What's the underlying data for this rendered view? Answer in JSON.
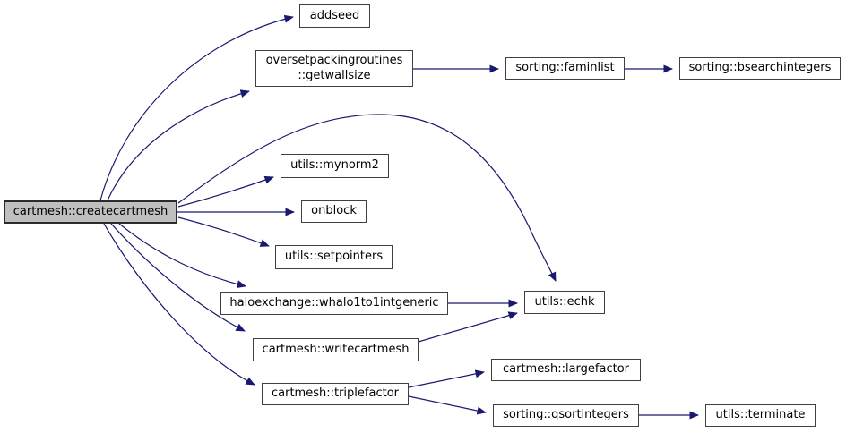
{
  "graph": {
    "type": "call-graph",
    "root": "cartmesh::createcartmesh",
    "nodes": [
      {
        "id": "createcartmesh",
        "label": "cartmesh::createcartmesh",
        "highlighted": true
      },
      {
        "id": "addseed",
        "label": "addseed",
        "highlighted": false
      },
      {
        "id": "getwallsize",
        "label": "oversetpackingroutines\n::getwallsize",
        "highlighted": false
      },
      {
        "id": "faminlist",
        "label": "sorting::faminlist",
        "highlighted": false
      },
      {
        "id": "bsearchintegers",
        "label": "sorting::bsearchintegers",
        "highlighted": false
      },
      {
        "id": "mynorm2",
        "label": "utils::mynorm2",
        "highlighted": false
      },
      {
        "id": "onblock",
        "label": "onblock",
        "highlighted": false
      },
      {
        "id": "setpointers",
        "label": "utils::setpointers",
        "highlighted": false
      },
      {
        "id": "whalo1to1intgeneric",
        "label": "haloexchange::whalo1to1intgeneric",
        "highlighted": false
      },
      {
        "id": "echk",
        "label": "utils::echk",
        "highlighted": false
      },
      {
        "id": "writecartmesh",
        "label": "cartmesh::writecartmesh",
        "highlighted": false
      },
      {
        "id": "triplefactor",
        "label": "cartmesh::triplefactor",
        "highlighted": false
      },
      {
        "id": "largefactor",
        "label": "cartmesh::largefactor",
        "highlighted": false
      },
      {
        "id": "qsortintegers",
        "label": "sorting::qsortintegers",
        "highlighted": false
      },
      {
        "id": "terminate",
        "label": "utils::terminate",
        "highlighted": false
      }
    ],
    "edges": [
      {
        "from": "cartmesh::createcartmesh",
        "to": "addseed"
      },
      {
        "from": "cartmesh::createcartmesh",
        "to": "oversetpackingroutines::getwallsize"
      },
      {
        "from": "cartmesh::createcartmesh",
        "to": "utils::echk"
      },
      {
        "from": "cartmesh::createcartmesh",
        "to": "utils::mynorm2"
      },
      {
        "from": "cartmesh::createcartmesh",
        "to": "onblock"
      },
      {
        "from": "cartmesh::createcartmesh",
        "to": "utils::setpointers"
      },
      {
        "from": "cartmesh::createcartmesh",
        "to": "haloexchange::whalo1to1intgeneric"
      },
      {
        "from": "cartmesh::createcartmesh",
        "to": "cartmesh::writecartmesh"
      },
      {
        "from": "cartmesh::createcartmesh",
        "to": "cartmesh::triplefactor"
      },
      {
        "from": "oversetpackingroutines::getwallsize",
        "to": "sorting::faminlist"
      },
      {
        "from": "sorting::faminlist",
        "to": "sorting::bsearchintegers"
      },
      {
        "from": "haloexchange::whalo1to1intgeneric",
        "to": "utils::echk"
      },
      {
        "from": "cartmesh::writecartmesh",
        "to": "utils::echk"
      },
      {
        "from": "cartmesh::triplefactor",
        "to": "cartmesh::largefactor"
      },
      {
        "from": "cartmesh::triplefactor",
        "to": "sorting::qsortintegers"
      },
      {
        "from": "sorting::qsortintegers",
        "to": "utils::terminate"
      }
    ]
  },
  "colors": {
    "background": "#ffffff",
    "edge": "#191970",
    "node_fill": "#ffffff",
    "node_border": "#404040",
    "root_fill": "#bfbfbf",
    "root_border": "#2b2b2b",
    "text": "#000000"
  }
}
